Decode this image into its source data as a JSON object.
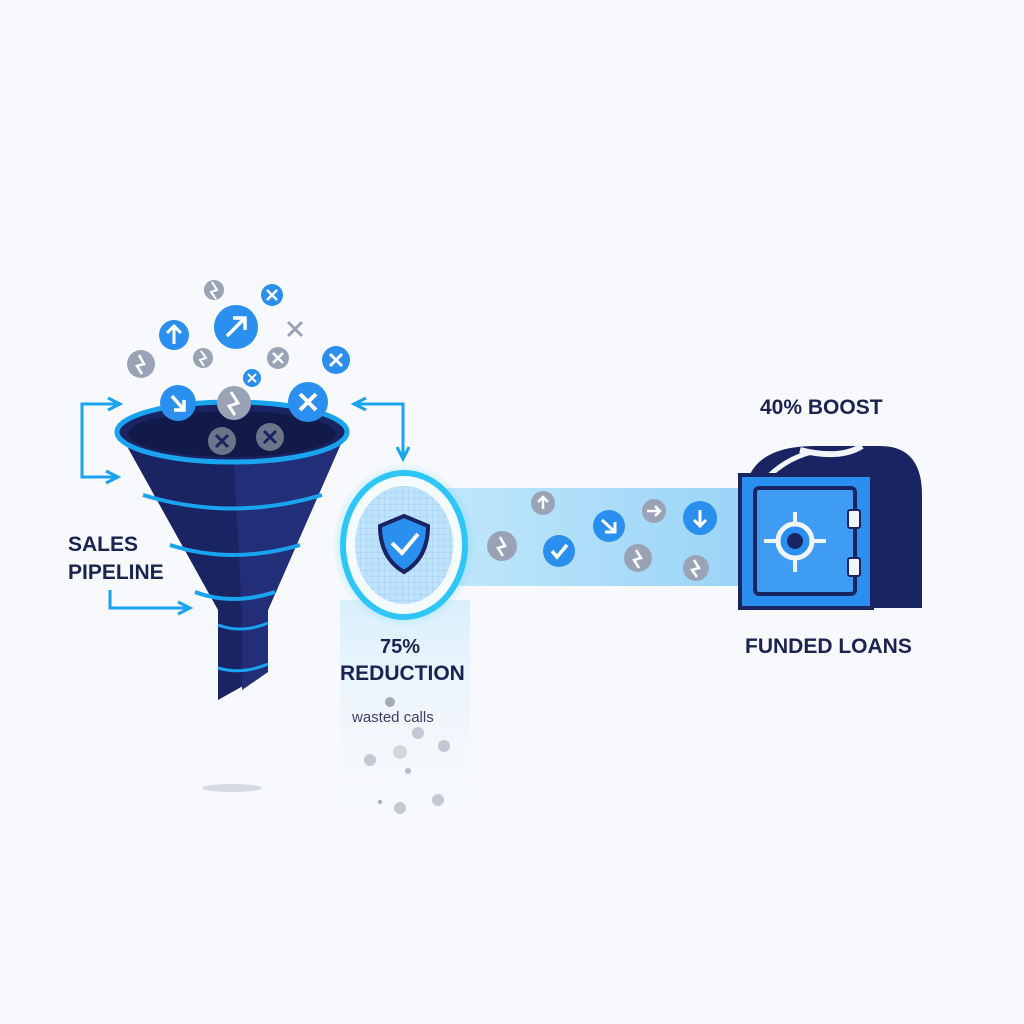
{
  "labels": {
    "sales": "SALES",
    "pipeline": "PIPELINE",
    "reduction_percent": "75%",
    "reduction": "REDUCTION",
    "wasted_calls": "wasted calls",
    "boost": "40% BOOST",
    "funded_loans": "FUNDED LOANS"
  },
  "colors": {
    "navy": "#1b2463",
    "accent_blue": "#1aa3ee",
    "bright_blue": "#2b8ff0",
    "grey_token": "#9aa3b5",
    "background": "#f7f9fc"
  },
  "icons": {
    "funnel": "funnel-icon",
    "shield": "shield-check-icon",
    "vault": "vault-safe-icon"
  }
}
